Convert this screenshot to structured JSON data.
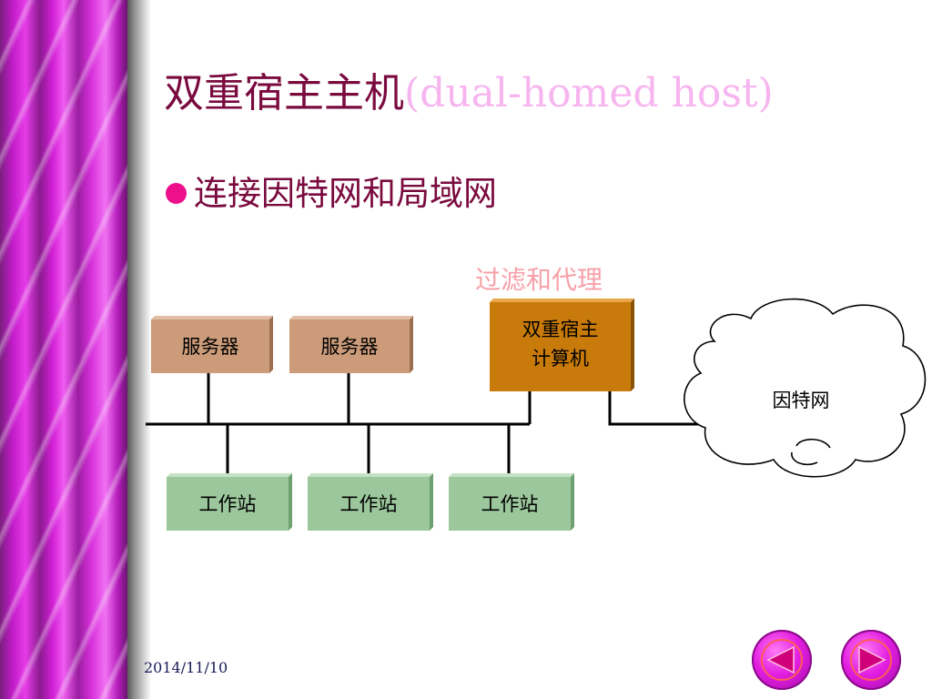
{
  "slide": {
    "title_cn": "双重宿主主机",
    "title_en": "(dual-homed host)",
    "bullet": "连接因特网和局域网",
    "date": "2014/11/10"
  },
  "diagram": {
    "filter_label": "过滤和代理",
    "servers": [
      "服务器",
      "服务器"
    ],
    "host_line1": "双重宿主",
    "host_line2": "计算机",
    "internet": "因特网",
    "workstations": [
      "工作站",
      "工作站",
      "工作站"
    ]
  },
  "colors": {
    "title": "#7a0a3e",
    "title_en": "#f7b5f0",
    "bullet_dot": "#ee0f8c",
    "filter_label": "#f7a0a8",
    "server_fill": "#cc9c7a",
    "host_fill": "#c87a0a",
    "workstation_fill": "#9cc79c"
  },
  "nav": {
    "prev": "previous-slide",
    "next": "next-slide"
  }
}
